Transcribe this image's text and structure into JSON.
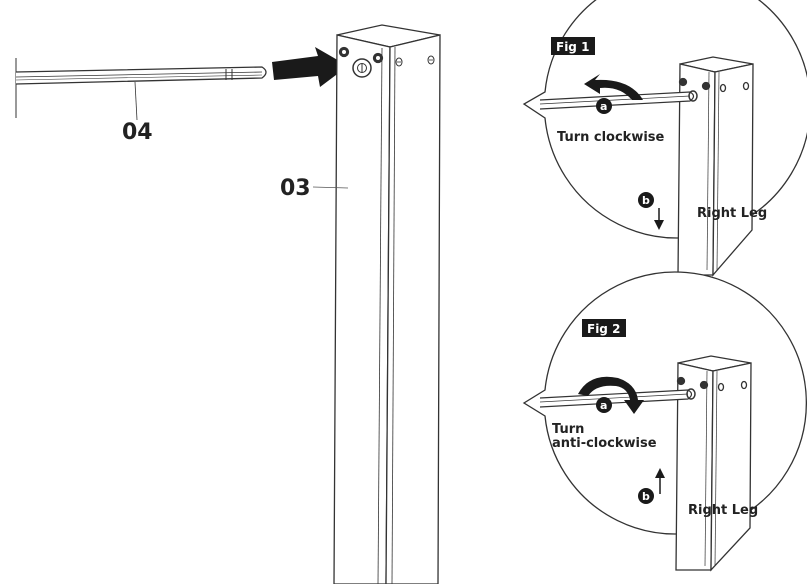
{
  "main": {
    "part_rod": "04",
    "part_leg": "03"
  },
  "fig1": {
    "tag": "Fig 1",
    "step_a": "a",
    "step_b": "b",
    "instruction": "Turn clockwise",
    "leg_label": "Right Leg"
  },
  "fig2": {
    "tag": "Fig 2",
    "step_a": "a",
    "step_b": "b",
    "instruction_line1": "Turn",
    "instruction_line2": "anti-clockwise",
    "leg_label": "Right Leg"
  }
}
